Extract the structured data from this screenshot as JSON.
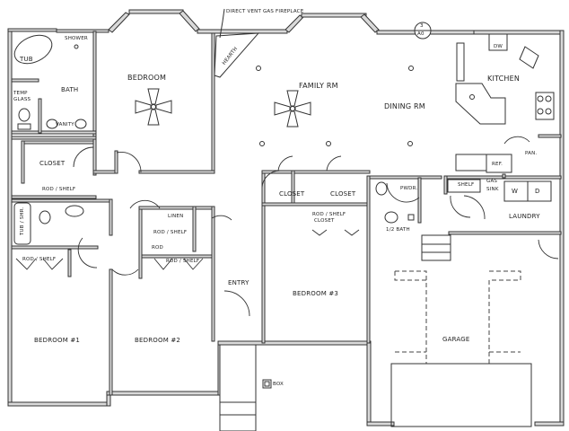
{
  "plan": {
    "annotations": {
      "fireplace_note": "Direct Vent Gas Fireplace",
      "section_marker_top": "3",
      "section_marker_bottom": "A0",
      "hearth": "Hearth",
      "box": "Box"
    },
    "rooms": {
      "master_bedroom": "Bedroom",
      "family_room": "Family Rm",
      "dining_room": "Dining Rm",
      "kitchen": "Kitchen",
      "bath": "Bath",
      "tub": "Tub",
      "shower": "Shower",
      "temp_glass": "Temp Glass",
      "vanity": "Vanity",
      "master_closet": "Closet",
      "master_rod_shelf": "Rod / Shelf",
      "tub_shower": "Tub / Shr.",
      "linen": "Linen",
      "hall_rod_shelf_1": "Rod / Shelf",
      "hall_rod": "Rod",
      "bed2_rod_shelf": "Rod / Shelf",
      "bed1_rod_shelf": "Rod / Shelf",
      "bedroom_1": "Bedroom #1",
      "bedroom_2": "Bedroom #2",
      "bedroom_3": "Bedroom #3",
      "entry": "Entry",
      "closet_a": "Closet",
      "closet_b": "Closet",
      "bed3_rod_shelf": "Rod / Shelf",
      "bed3_closet": "Closet",
      "powder": "Pwdr.",
      "half_bath": "1/2 Bath",
      "shelf": "Shelf",
      "gas": "Gas",
      "sink": "Sink",
      "washer": "W",
      "dryer": "D",
      "laundry": "Laundry",
      "refrigerator": "Ref.",
      "pantry": "Pan.",
      "dishwasher": "DW",
      "garage": "Garage"
    }
  }
}
